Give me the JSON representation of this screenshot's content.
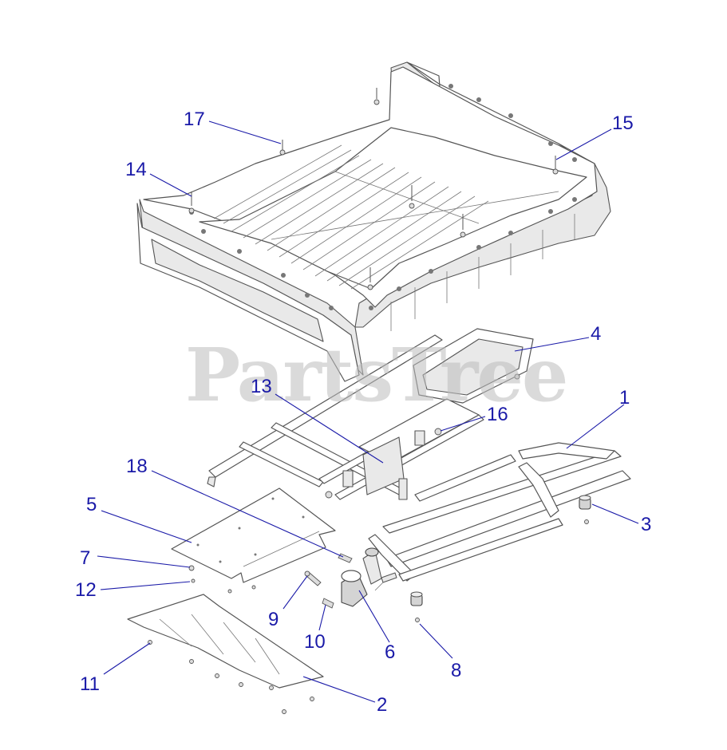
{
  "watermark": "PartsTree",
  "callouts": [
    {
      "id": "c1",
      "label": "1"
    },
    {
      "id": "c2",
      "label": "2"
    },
    {
      "id": "c3",
      "label": "3"
    },
    {
      "id": "c4",
      "label": "4"
    },
    {
      "id": "c5",
      "label": "5"
    },
    {
      "id": "c6",
      "label": "6"
    },
    {
      "id": "c7",
      "label": "7"
    },
    {
      "id": "c8",
      "label": "8"
    },
    {
      "id": "c9",
      "label": "9"
    },
    {
      "id": "c10",
      "label": "10"
    },
    {
      "id": "c11",
      "label": "11"
    },
    {
      "id": "c12",
      "label": "12"
    },
    {
      "id": "c13",
      "label": "13"
    },
    {
      "id": "c14",
      "label": "14"
    },
    {
      "id": "c15",
      "label": "15"
    },
    {
      "id": "c16",
      "label": "16"
    },
    {
      "id": "c17",
      "label": "17"
    },
    {
      "id": "c18",
      "label": "18"
    }
  ],
  "colors": {
    "callout": "#1a1aa8",
    "line": "#555555",
    "watermark": "#bdbdbd"
  }
}
